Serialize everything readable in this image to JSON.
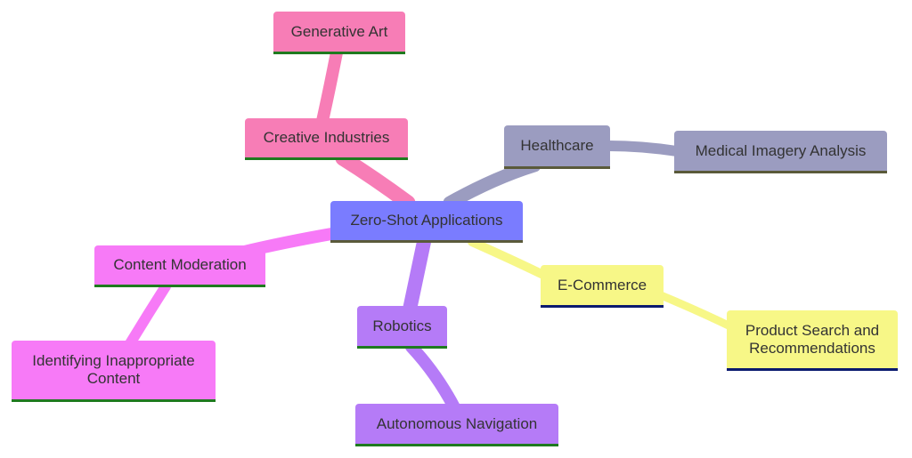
{
  "mindmap": {
    "colors": {
      "root": "#7a7cff",
      "creative": "#f77db6",
      "healthcare": "#9b9cc0",
      "ecommerce": "#f7f787",
      "robotics": "#b57bf7",
      "moderation": "#f77af7",
      "border_green": "#1f7a1f",
      "border_navy": "#0a1a6e",
      "border_olive": "#5a5a3a"
    },
    "root": {
      "label": "Zero-Shot Applications"
    },
    "branches": [
      {
        "label": "Creative Industries",
        "children": [
          {
            "label": "Generative Art"
          }
        ]
      },
      {
        "label": "Healthcare",
        "children": [
          {
            "label": "Medical Imagery Analysis"
          }
        ]
      },
      {
        "label": "E-Commerce",
        "children": [
          {
            "label": "Product Search and Recommendations"
          }
        ]
      },
      {
        "label": "Robotics",
        "children": [
          {
            "label": "Autonomous Navigation"
          }
        ]
      },
      {
        "label": "Content Moderation",
        "children": [
          {
            "label": "Identifying Inappropriate Content"
          }
        ]
      }
    ]
  }
}
